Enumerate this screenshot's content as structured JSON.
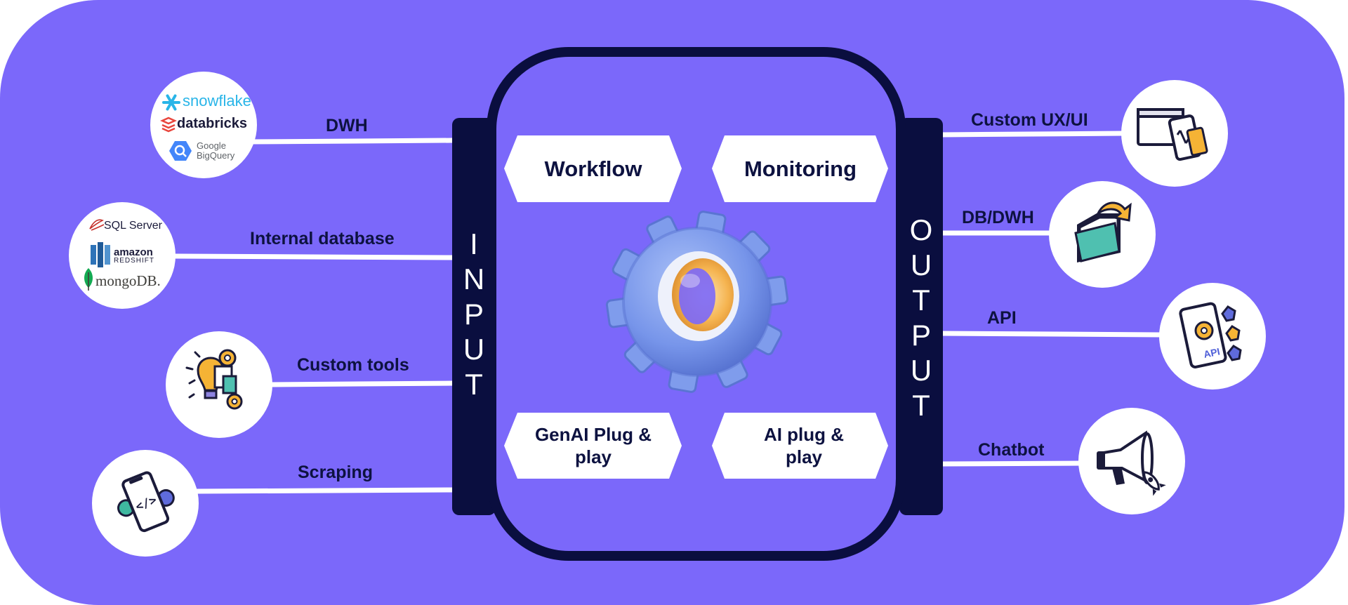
{
  "colors": {
    "background_panel": "#7B68FA",
    "navy": "#0A0E3F",
    "white": "#FFFFFF",
    "gear_blue": "#6F8FE8",
    "gear_orange": "#F2A93B"
  },
  "input": {
    "title": "INPUT",
    "sources": [
      {
        "label": "DWH",
        "logos": [
          "snowflake",
          "databricks",
          "Google",
          "BigQuery"
        ]
      },
      {
        "label": "Internal database",
        "logos": [
          "SQL Server",
          "amazon",
          "REDSHIFT",
          "mongoDB."
        ]
      },
      {
        "label": "Custom tools",
        "icon": "lightbulb-gears-icon"
      },
      {
        "label": "Scraping",
        "icon": "phone-code-icon"
      }
    ]
  },
  "output": {
    "title": "OUTPUT",
    "targets": [
      {
        "label": "Custom UX/UI",
        "icon": "devices-icon"
      },
      {
        "label": "DB/DWH",
        "icon": "folder-arrow-icon"
      },
      {
        "label": "API",
        "icon": "api-phone-icon"
      },
      {
        "label": "Chatbot",
        "icon": "megaphone-rocket-icon"
      }
    ]
  },
  "core": {
    "modules": [
      "Workflow",
      "Monitoring",
      "GenAI Plug & play",
      "AI plug & play"
    ],
    "module_lines": [
      [
        "Workflow"
      ],
      [
        "Monitoring"
      ],
      [
        "GenAI Plug &",
        "play"
      ],
      [
        "AI plug &",
        "play"
      ]
    ],
    "center_icon": "gear-icon"
  }
}
